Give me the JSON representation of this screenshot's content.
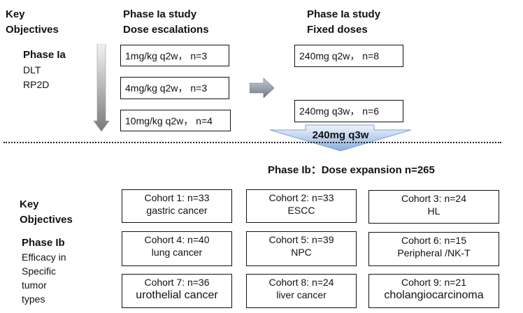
{
  "phase_1a": {
    "key_objectives": [
      "Key",
      "Objectives"
    ],
    "phase_label": "Phase Ia",
    "objectives": [
      "DLT",
      "RP2D"
    ],
    "escalation_header": [
      "Phase Ia study",
      "Dose escalations"
    ],
    "fixed_header": [
      "Phase Ia study",
      "Fixed doses"
    ],
    "escalation_doses": [
      "1mg/kg q2w， n=3",
      "4mg/kg q2w， n=3",
      "10mg/kg q2w， n=4"
    ],
    "fixed_doses": [
      "240mg q2w， n=8",
      "240mg q3w， n=6"
    ],
    "selected_dose": "240mg q3w"
  },
  "phase_1b": {
    "title": "Phase Ib：Dose expansion  n=265",
    "key_objectives": [
      "Key",
      "Objectives"
    ],
    "phase_label": "Phase Ib",
    "objectives": [
      "Efficacy in",
      "Specific",
      "tumor",
      "types"
    ],
    "cohorts": [
      {
        "label": "Cohort 1: n=33",
        "tumor": "gastric  cancer"
      },
      {
        "label": "Cohort 2: n=33",
        "tumor": "ESCC"
      },
      {
        "label": "Cohort 3: n=24",
        "tumor": "HL"
      },
      {
        "label": "Cohort 4: n=40",
        "tumor": "lung  cancer"
      },
      {
        "label": "Cohort 5: n=39",
        "tumor": "NPC"
      },
      {
        "label": "Cohort 6: n=15",
        "tumor": "Peripheral /NK-T"
      },
      {
        "label": "Cohort 7: n=36",
        "tumor": "urothelial cancer"
      },
      {
        "label": "Cohort 8: n=24",
        "tumor": "liver cancer"
      },
      {
        "label": "Cohort 9: n=21",
        "tumor": "cholangiocarcinoma"
      }
    ]
  },
  "colors": {
    "arrow_gray": "#8a8a8a",
    "arrow_blue_top": "#e9f0fb",
    "arrow_blue_bottom": "#7fa4d6",
    "line": "#111111"
  }
}
